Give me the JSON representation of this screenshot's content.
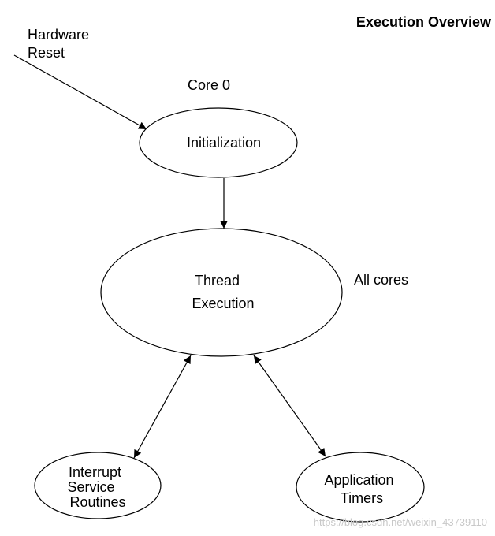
{
  "title": "Execution Overview",
  "labels": {
    "hardware_reset": [
      "Hardware",
      "Reset"
    ],
    "core0": "Core 0",
    "all_cores": "All cores"
  },
  "nodes": {
    "initialization": [
      "Initialization"
    ],
    "thread_execution": [
      "Thread",
      "Execution"
    ],
    "isr": [
      "Interrupt",
      "Service",
      "Routines"
    ],
    "app_timers": [
      "Application",
      "Timers"
    ]
  },
  "edges": [
    {
      "from": "hardware_reset",
      "to": "initialization",
      "direction": "forward"
    },
    {
      "from": "initialization",
      "to": "thread_execution",
      "direction": "forward"
    },
    {
      "from": "thread_execution",
      "to": "isr",
      "direction": "both"
    },
    {
      "from": "thread_execution",
      "to": "app_timers",
      "direction": "both"
    }
  ],
  "watermark": "https://blog.csdn.net/weixin_43739110",
  "colors": {
    "stroke": "#000000",
    "background": "#ffffff",
    "watermark": "#c8c8c8"
  }
}
